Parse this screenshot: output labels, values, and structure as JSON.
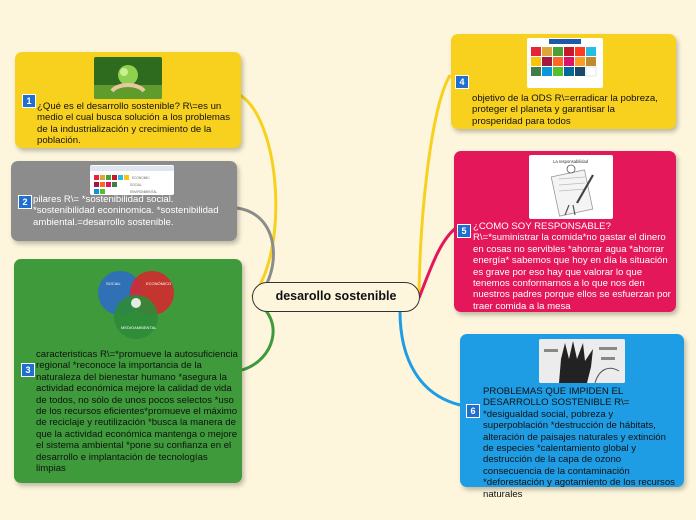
{
  "center": {
    "title": "desarollo sostenible"
  },
  "branches": [
    {
      "number": "1",
      "color": "#f7d11e",
      "text": "¿Qué es el desarrollo sostenible? R\\=es un medio el cual busca solución a los problemas de la industrialización y crecimiento de la población.",
      "image_icon": "earth-in-hands-image"
    },
    {
      "number": "2",
      "color": "#8c8c8c",
      "text": "pilares R\\= *sostenibilidad social. *sostenibilidad econinomica. *sostenibilidad ambiental.=desarrollo sostenible.",
      "image_icon": "sdg-pillars-chart-image",
      "image_labels": [
        "ECONOMIC",
        "SOCIAL",
        "ENVIRONMENTAL"
      ]
    },
    {
      "number": "3",
      "color": "#3e9a3b",
      "text": "caracteristicas R\\=*promueve la autosuficiencia regional *reconoce la importancia de la naturaleza del bienestar humano *asegura la actividad económica mejore la calidad de vida de todos, no sólo de unos pocos selectos *uso de los recursos eficientes*promueve el máximo de reciclaje y reutilización *busca la manera de que la actividad económica mantenga o mejore el sistema ambiental *pone su confianza en el desarrollo e implantación de tecnologías limpias",
      "image_icon": "venn-diagram-image",
      "image_labels": [
        "SOCIAL",
        "ECONÓMICO",
        "MEDIOAMBIENTAL"
      ]
    },
    {
      "number": "4",
      "color": "#f7d11e",
      "text": "objetivo de la ODS R\\=erradicar la pobreza, proteger el planeta y garantisar la prosperidad para todos",
      "image_icon": "sdg-goals-grid-image"
    },
    {
      "number": "5",
      "color": "#e4175a",
      "text": "¿COMO SOY RESPONSABLE? R\\=*suministrar la comida*no gastar el dinero en cosas no servibles *ahorrar agua *ahorrar energía* sabemos que hoy en día la situación es grave por eso hay que valorar lo que tenemos conformarnos a lo que nos den nuestros padres porque ellos se esfuerzan por traer comida a la mesa",
      "image_icon": "responsibility-cartoon-image",
      "image_labels": [
        "La responsabilidad"
      ]
    },
    {
      "number": "6",
      "color": "#1f9de4",
      "text": "PROBLEMAS QUE IMPIDEN EL DESARROLLO SOSTENIBLE R\\= *desigualdad social, pobreza y superpoblación *destrucción de hábitats, alteración de paisajes naturales y extinción de especies *calentamiento global y destrucción de la capa de ozono consecuencia de la contaminación *deforestación y agotamiento de los recursos naturales",
      "image_icon": "hand-with-words-image"
    }
  ],
  "colors": {
    "number_badge": "#1e6fd0",
    "yellow": "#f7d11e",
    "gray": "#8c8c8c",
    "green": "#3e9a3b",
    "pink": "#e4175a",
    "blue": "#1f9de4"
  }
}
